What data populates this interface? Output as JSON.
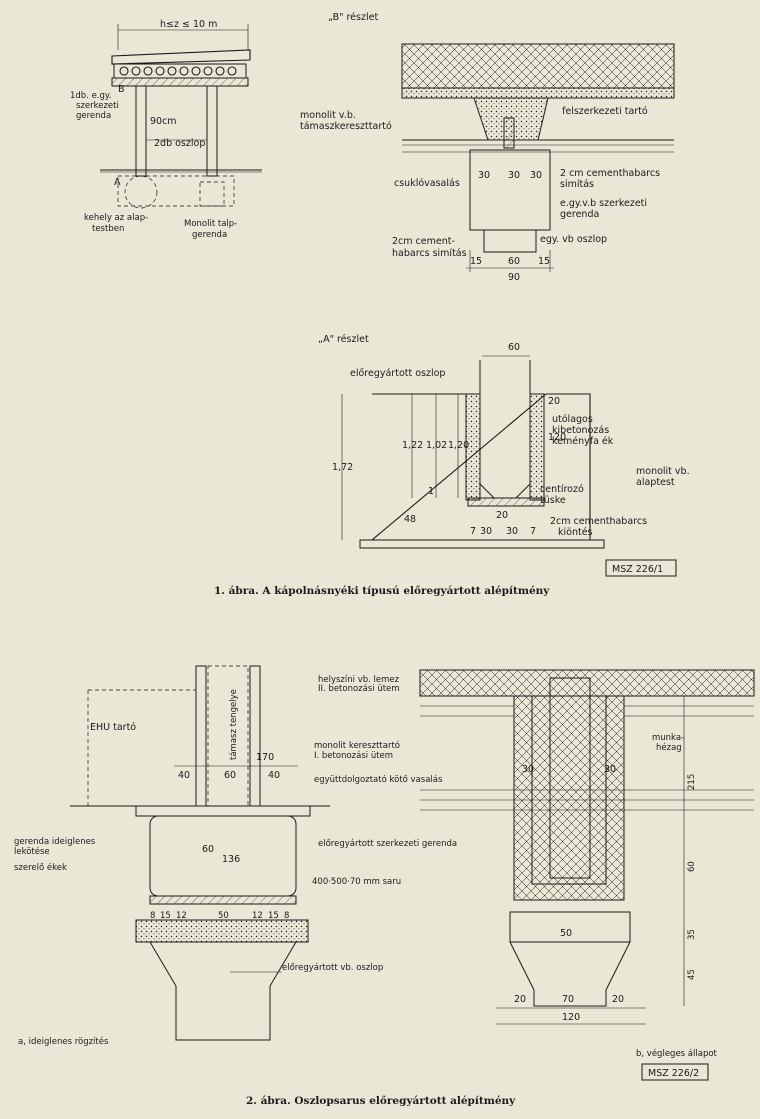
{
  "figure1": {
    "overview": {
      "span": "h≤z ≤ 10 m",
      "b_marker": "B",
      "a_marker": "A",
      "beam": "1db. e.gy. szerkezeti gerenda",
      "dim90": "90cm",
      "columns": "2db oszlop",
      "socket": "kehely az alap-testben",
      "footing": "Monolit talp-gerenda"
    },
    "detailB": {
      "title": "„B\" részlet",
      "monolit": "monolit v.b. támaszkereszttartó",
      "superstructure": "felszerkezeti tartó",
      "hinge": "csuklóvasalás",
      "cement1": "2 cm cementhabarcs simítás",
      "beam": "e.gy.v.b szerkezeti gerenda",
      "cement2": "2cm cement-habarcs simítás",
      "column": "egy. vb oszlop",
      "d30a": "30",
      "d30b": "30",
      "d30c": "30",
      "d15a": "15",
      "d60": "60",
      "d15b": "15",
      "d90": "90"
    },
    "detailA": {
      "title": "„A\" részlet",
      "d60": "60",
      "column": "előregyártott oszlop",
      "d20": "20",
      "later": "utólagos kibetonozás keményfa ék",
      "d120r": "120",
      "foundation": "monolit vb. alaptest",
      "centering": "centírozó tüske",
      "cement": "2cm cementhabarcs kiöntés",
      "d172": "1,72",
      "d122": "1,22",
      "d102": "1,02",
      "d120": "1,20",
      "d1": "1",
      "d48": "48",
      "d20b": "20",
      "d7a": "7",
      "d30a": "30",
      "d30b": "30",
      "d7b": "7"
    },
    "stamp": "MSZ 226/1",
    "caption": "1. ábra. A kápolnásnyéki típusú előregyártott alépítmény"
  },
  "figure2": {
    "left": {
      "ehu": "EHU tartó",
      "support_line": "támasz tengelye",
      "d170": "170",
      "d40a": "40",
      "d60": "60",
      "d40b": "40",
      "d60v": "60",
      "d136": "136",
      "temp_wedge": "gerenda ideiglenes lekötése",
      "wedges": "szerelő ékek",
      "bearing": "400·500·70 mm saru",
      "dims_bottom": [
        "8",
        "15",
        "12",
        "50",
        "12",
        "15",
        "8"
      ],
      "column": "előregyártott vb. oszlop",
      "subcaption": "a, ideiglenes rögzítés"
    },
    "right": {
      "slab": "helyszíni vb. lemez II. betonozási ütem",
      "cross_beam": "monolit kereszttartó I. betonozási ütem",
      "connect": "együttdolgoztató kötő vasalás",
      "joint": "munka-hézag",
      "beam": "előregyártott szerkezeti gerenda",
      "d30a": "30",
      "d30b": "30",
      "d50": "50",
      "d20a": "20",
      "d70": "70",
      "d20b": "20",
      "d120": "120",
      "dims_side": [
        "215",
        "60",
        "35",
        "45"
      ],
      "subcaption": "b, végleges állapot"
    },
    "stamp": "MSZ 226/2",
    "caption": "2. ábra. Oszlopsarus előregyártott alépítmény"
  }
}
